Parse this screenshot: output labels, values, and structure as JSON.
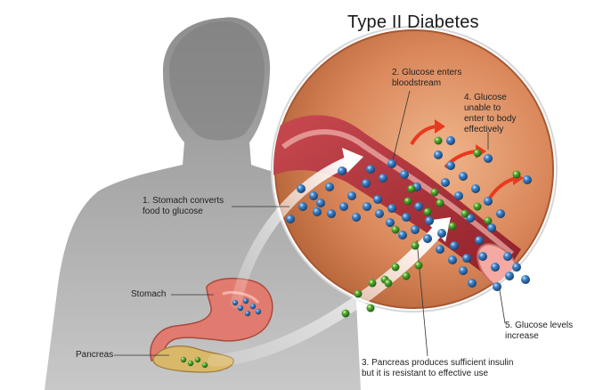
{
  "title": "Type II Diabetes",
  "labels": {
    "step1": "1. Stomach converts\nfood to glucose",
    "step2": "2. Glucose enters\nbloodstream",
    "step3": "3. Pancreas produces sufficient insulin\nbut it is resistant to effective use",
    "step4": "4. Glucose\nunable to\nenter to body\neffectively",
    "step5": "5. Glucose levels\nincrease",
    "stomach": "Stomach",
    "pancreas": "Pancreas"
  },
  "colors": {
    "glucose": "#2f6fb0",
    "insulin": "#4aa02c",
    "blood_vessel": "#b8333b",
    "tissue": "#d98859",
    "silhouette": "#9a9a9a",
    "arrow": "#e83a1f"
  }
}
